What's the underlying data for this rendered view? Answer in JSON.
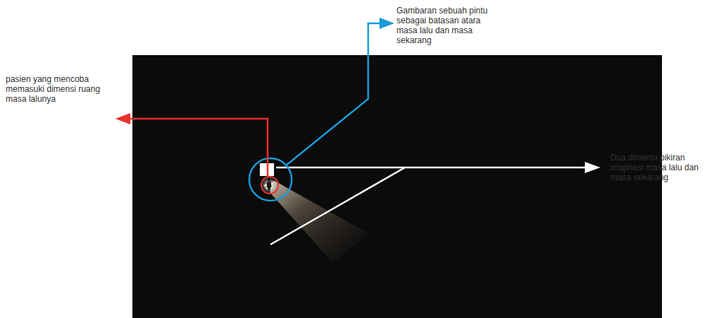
{
  "diagram": {
    "labels": [
      "pasien yang mencoba memasuki dimensi ruang masa lalunya",
      "Gambaran sebuah pintu sebagai batasan atara masa lalu dan masa sekarang",
      "Dua dimensi pikiran imajinasi masa lalu dan masa sekarang"
    ]
  }
}
